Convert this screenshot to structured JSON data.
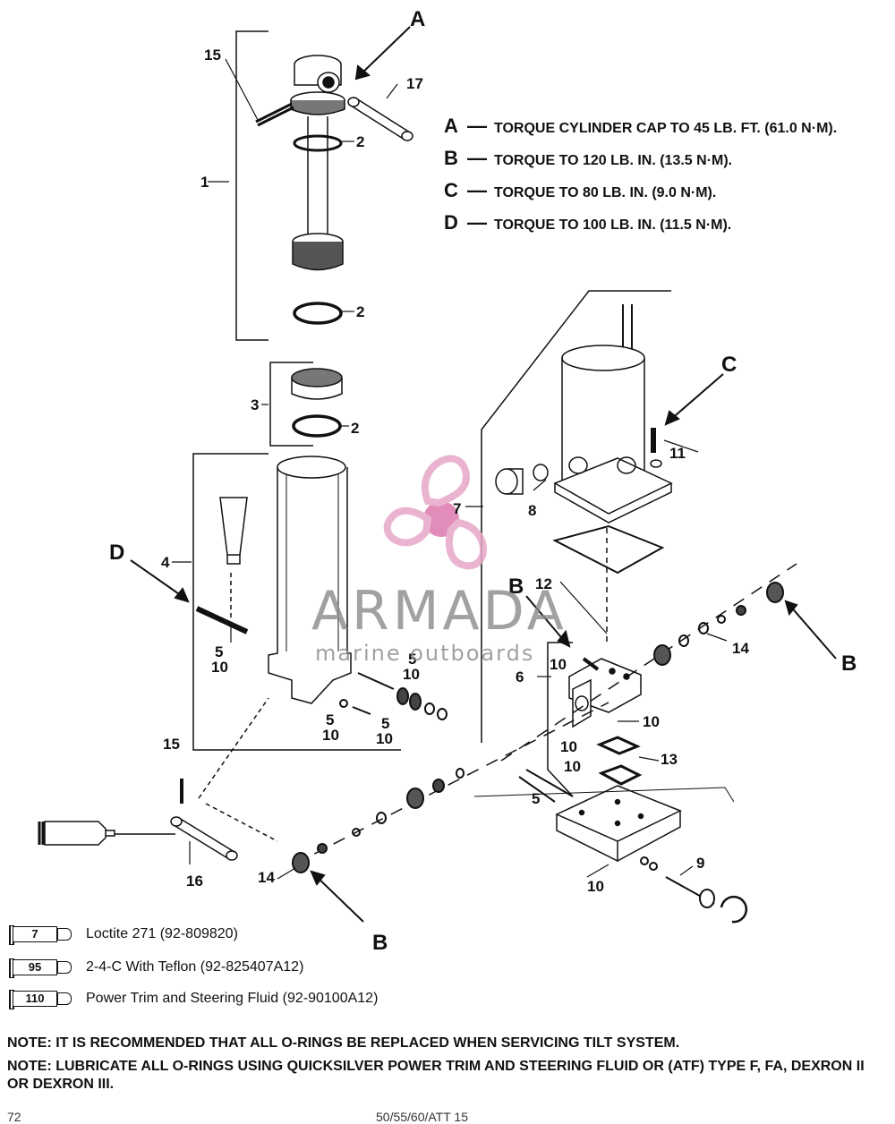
{
  "callouts": {
    "n15_top": "15",
    "n17": "17",
    "n2_a": "2",
    "n1": "1",
    "n2_b": "2",
    "n3": "3",
    "n2_c": "2",
    "n4": "4",
    "n5_a": "5",
    "n10_a": "10",
    "n5_b": "5",
    "n10_b": "10",
    "n5_c": "5",
    "n10_c": "10",
    "n5_d": "5",
    "n10_d": "10",
    "n15_bot": "15",
    "n16": "16",
    "n14_bot": "14",
    "n11": "11",
    "n7": "7",
    "n8": "8",
    "n12": "12",
    "n14_right": "14",
    "n10_e": "10",
    "n6": "6",
    "n10_f": "10",
    "n10_g": "10",
    "n10_h": "10",
    "n13": "13",
    "n5_e": "5",
    "n9": "9",
    "n10_i": "10"
  },
  "letters": {
    "A": "A",
    "B_right": "B",
    "B_mid": "B",
    "C": "C",
    "D": "D",
    "B_bot": "B"
  },
  "torque": [
    {
      "letter": "A",
      "dash": "—",
      "text": "TORQUE CYLINDER CAP TO 45 LB. FT. (61.0 N·M)."
    },
    {
      "letter": "B",
      "dash": "—",
      "text": "TORQUE TO 120 LB. IN. (13.5 N·M)."
    },
    {
      "letter": "C",
      "dash": "—",
      "text": "TORQUE TO 80 LB. IN. (9.0 N·M)."
    },
    {
      "letter": "D",
      "dash": "—",
      "text": "TORQUE TO 100 LB. IN. (11.5 N·M)."
    }
  ],
  "legend": [
    {
      "num": "7",
      "text": "Loctite 271 (92-809820)"
    },
    {
      "num": "95",
      "text": "2-4-C  With Teflon (92-825407A12)"
    },
    {
      "num": "110",
      "text": "Power Trim  and Steering Fluid (92-90100A12)"
    }
  ],
  "notes": [
    "NOTE: IT IS RECOMMENDED THAT ALL O-RINGS BE REPLACED WHEN SERVICING TILT SYSTEM.",
    "NOTE: LUBRICATE ALL O-RINGS USING QUICKSILVER POWER TRIM AND STEERING FLUID OR (ATF) TYPE F, FA, DEXRON II OR DEXRON III."
  ],
  "watermark": {
    "brand": "ARMADA",
    "tagline": "marine outboards",
    "color": "#e7a8c8",
    "accent": "#dd79ad"
  },
  "footer": {
    "page": "72",
    "code": "50/55/60/ATT 15"
  }
}
